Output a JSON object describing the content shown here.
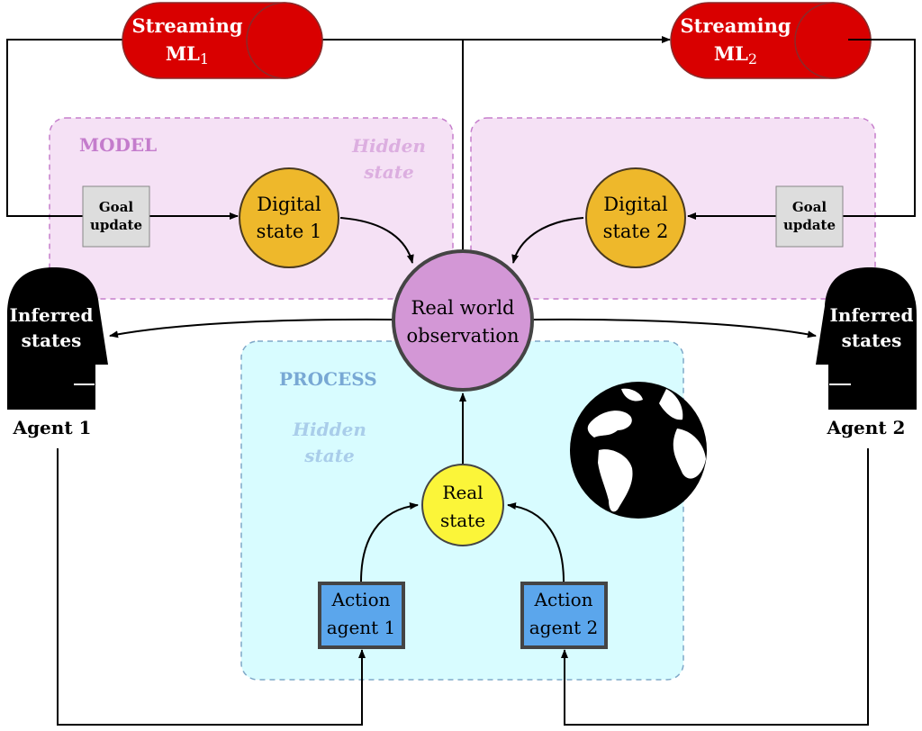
{
  "colors": {
    "stream_red": "#d90000",
    "model_fill": "#f5e1f5",
    "model_border": "#c67fcc",
    "model_label": "#c47ccc",
    "model_hidden": "#dcaee0",
    "process_fill": "#d8fcff",
    "process_border": "#7fa8c8",
    "process_label": "#78a8d4",
    "process_hidden": "#a9cdea",
    "digital_state": "#eeb82b",
    "observation": "#d397d6",
    "real_state": "#fbf539",
    "action": "#5ba6ec",
    "goal": "#dddddd"
  },
  "streaming_ml": [
    {
      "line1": "Streaming",
      "line2": "ML",
      "sub": "1"
    },
    {
      "line1": "Streaming",
      "line2": "ML",
      "sub": "2"
    }
  ],
  "model": {
    "label": "MODEL",
    "hidden_line1": "Hidden",
    "hidden_line2": "state"
  },
  "process": {
    "label": "PROCESS",
    "hidden_line1": "Hidden",
    "hidden_line2": "state"
  },
  "goal_update": [
    {
      "line1": "Goal",
      "line2": "update"
    },
    {
      "line1": "Goal",
      "line2": "update"
    }
  ],
  "digital_state": [
    {
      "line1": "Digital",
      "line2": "state 1"
    },
    {
      "line1": "Digital",
      "line2": "state 2"
    }
  ],
  "observation": {
    "line1": "Real world",
    "line2": "observation"
  },
  "real_state": {
    "line1": "Real",
    "line2": "state"
  },
  "actions": [
    {
      "line1": "Action",
      "line2": "agent 1"
    },
    {
      "line1": "Action",
      "line2": "agent 2"
    }
  ],
  "agents": [
    {
      "head_line1": "Inferred",
      "head_line2": "states",
      "name": "Agent 1",
      "icon": "head-silhouette-icon"
    },
    {
      "head_line1": "Inferred",
      "head_line2": "states",
      "name": "Agent 2",
      "icon": "head-silhouette-icon"
    }
  ],
  "globe": {
    "icon": "globe-icon"
  }
}
